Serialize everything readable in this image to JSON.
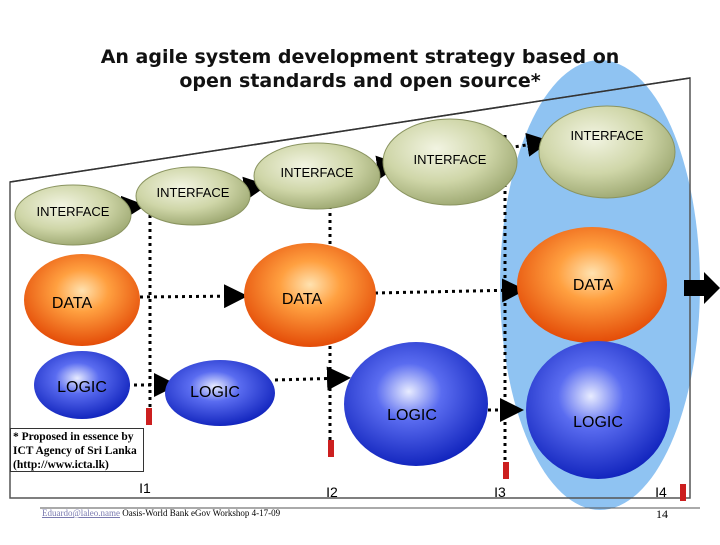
{
  "title_lines": [
    "An agile system development strategy based on",
    "open standards and open source*"
  ],
  "layers": {
    "interface": "INTERFACE",
    "data": "DATA",
    "logic": "LOGIC"
  },
  "iterations": [
    "I1",
    "I2",
    "I3",
    "I4"
  ],
  "footnote": "* Proposed in essence by ICT Agency of Sri Lanka (http://www.icta.lk)",
  "footer": {
    "link": "Eduardo@laleo.name",
    "text": " Oasis-World Bank eGov Workshop 4-17-09"
  },
  "page_number": "14",
  "colors": {
    "interface_fill": "#c9d19e",
    "data_fill": "#ff6a1a",
    "logic_fill": "#1a2fd6",
    "highlight_ellipse": "#8fc3f2",
    "marker_red": "#cc1f1f"
  }
}
